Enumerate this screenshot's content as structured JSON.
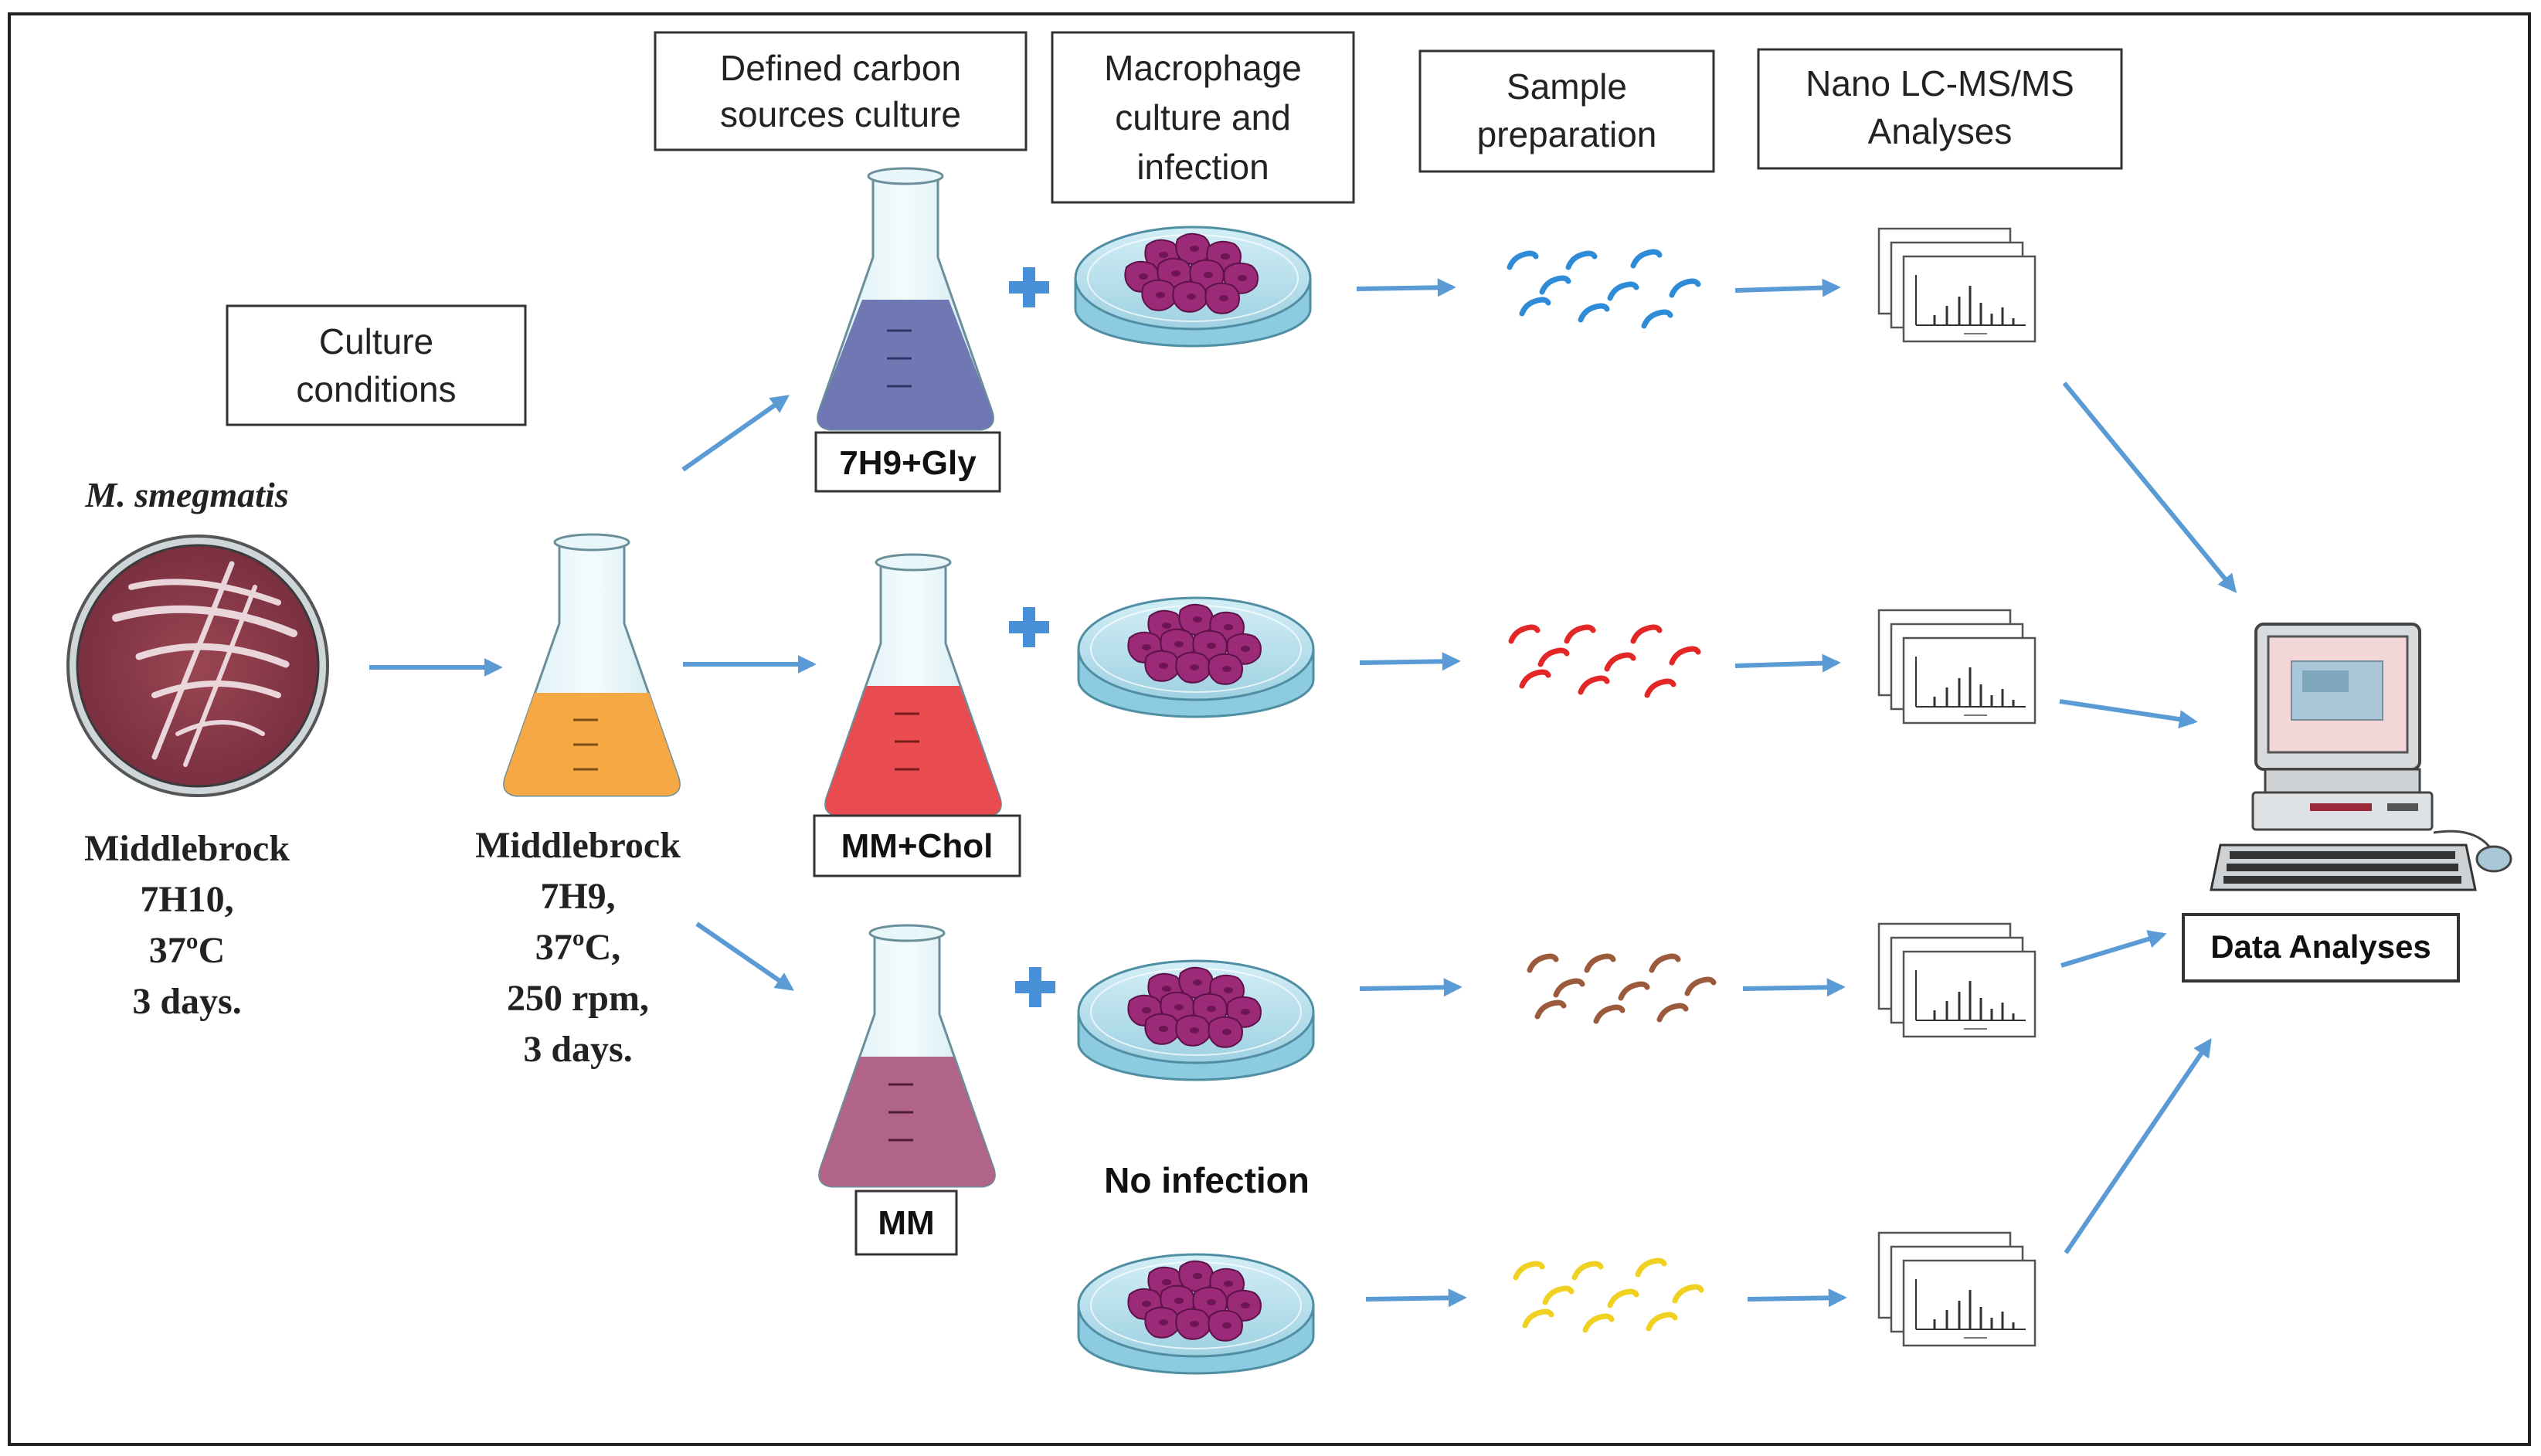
{
  "colors": {
    "arrow": "#5b9bd5",
    "plus": "#4a90d9",
    "peptide_gly": "#2e8bd8",
    "peptide_chol": "#e32626",
    "peptide_mm": "#9c5a3c",
    "peptide_none": "#f0d020",
    "medium_gly": "#7078b4",
    "medium_chol": "#e84c50",
    "medium_mm": "#b06488",
    "medium_7h9": "#f5a844",
    "cell": "#9b2a78",
    "dish": "#bfe3ef",
    "plate": "#8a3a48"
  },
  "headers": {
    "culture_conditions": [
      "Culture",
      "conditions"
    ],
    "defined_carbon": [
      "Defined carbon",
      "sources culture"
    ],
    "macrophage": [
      "Macrophage",
      "culture and",
      "infection"
    ],
    "sample_prep": [
      "Sample",
      "preparation"
    ],
    "nano_lc": [
      "Nano LC-MS/MS",
      "Analyses"
    ]
  },
  "organism": "M. smegmatis",
  "plate_label": [
    "Middlebrock",
    "7H10,",
    "37ºC",
    "3 days."
  ],
  "liquid_label": [
    "Middlebrock",
    "7H9,",
    "37ºC,",
    "250 rpm,",
    "3 days."
  ],
  "conditions": {
    "gly": "7H9+Gly",
    "chol": "MM+Chol",
    "mm": "MM"
  },
  "no_infection": "No infection",
  "data_analyses": "Data Analyses"
}
